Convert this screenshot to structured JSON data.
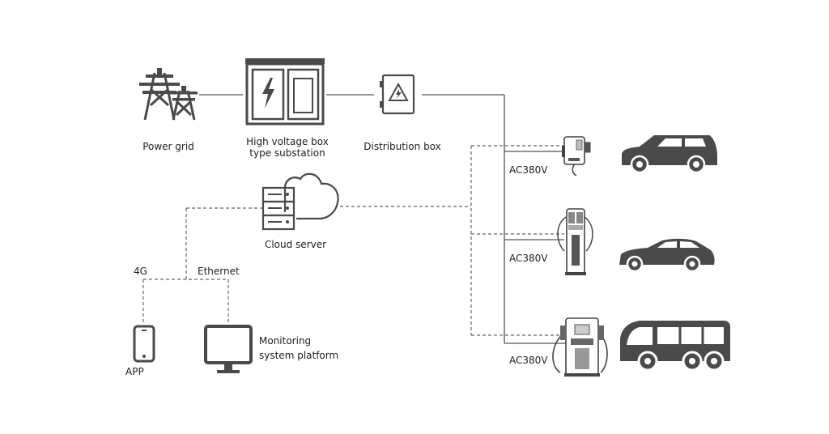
{
  "diagram": {
    "power_grid": "Power grid",
    "substation": {
      "line1": "High voltage box",
      "line2": "type substation"
    },
    "distribution_box": "Distribution box",
    "cloud_server": "Cloud server",
    "network_4g": "4G",
    "network_ethernet": "Ethernet",
    "app": "APP",
    "monitoring": {
      "line1": "Monitoring",
      "line2": "system platform"
    },
    "voltage_labels": [
      "AC380V",
      "AC380V",
      "AC380V"
    ]
  },
  "icons": {
    "power_grid": "transmission-tower-icon",
    "substation": "substation-cabinet-icon",
    "distribution_box": "distribution-box-icon",
    "cloud_server": "cloud-server-icon",
    "phone": "smartphone-icon",
    "monitor": "monitor-icon",
    "chargers": [
      "wallbox-charger-icon",
      "dual-pillar-charger-icon",
      "dc-fast-charger-icon"
    ],
    "vehicles": [
      "suv-icon",
      "sedan-icon",
      "bus-icon"
    ]
  },
  "colors": {
    "icon_fill": "#4a4a4a",
    "line": "#555555",
    "text": "#1f1f1f"
  }
}
